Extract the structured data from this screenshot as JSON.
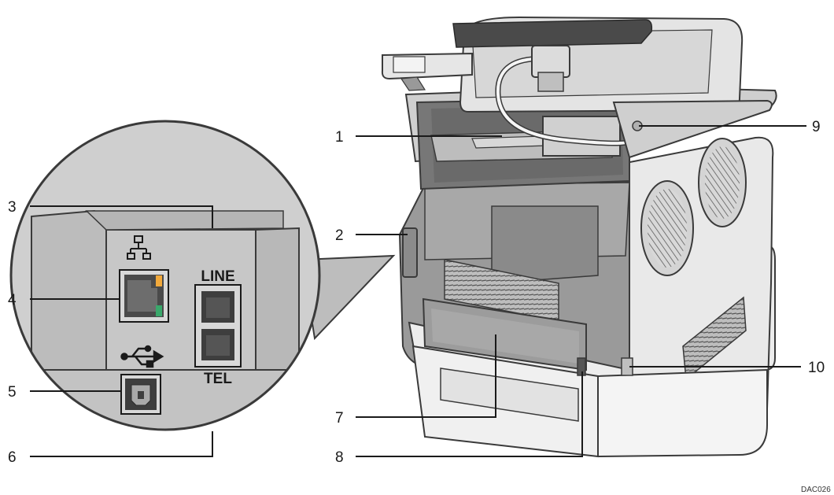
{
  "callouts": [
    {
      "id": "1",
      "label": "1"
    },
    {
      "id": "2",
      "label": "2"
    },
    {
      "id": "3",
      "label": "3"
    },
    {
      "id": "4",
      "label": "4"
    },
    {
      "id": "5",
      "label": "5"
    },
    {
      "id": "6",
      "label": "6"
    },
    {
      "id": "7",
      "label": "7"
    },
    {
      "id": "8",
      "label": "8"
    },
    {
      "id": "9",
      "label": "9"
    },
    {
      "id": "10",
      "label": "10"
    }
  ],
  "ports": {
    "line_label": "LINE",
    "tel_label": "TEL"
  },
  "icons": {
    "network": "network-icon",
    "usb": "usb-icon"
  },
  "figure_code": "DAC026",
  "colors": {
    "outline": "#3a3a3a",
    "body_light": "#e6e6e6",
    "body_mid": "#bdbdbd",
    "body_dark": "#8f8f8f",
    "led_orange": "#f2a93b",
    "led_green": "#3aa86b"
  }
}
